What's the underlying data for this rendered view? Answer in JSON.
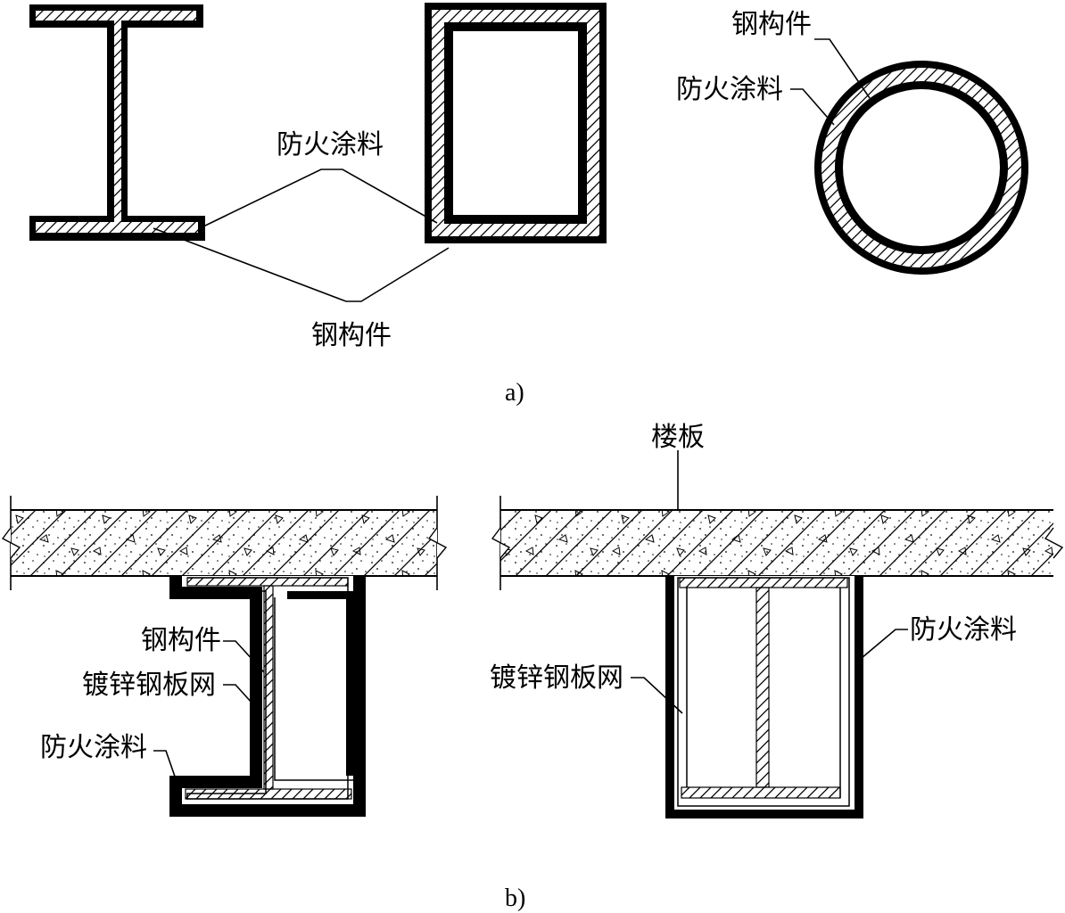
{
  "figure_a": {
    "caption": "a)",
    "label_coating_center": "防火涂料",
    "label_steel_center": "钢构件",
    "label_steel_circle": "钢构件",
    "label_coating_circle": "防火涂料"
  },
  "figure_b": {
    "caption": "b)",
    "label_floor_slab": "楼板",
    "label_steel_member": "钢构件",
    "label_mesh_left": "镀锌钢板网",
    "label_coating_left": "防火涂料",
    "label_mesh_right": "镀锌钢板网",
    "label_coating_right": "防火涂料"
  },
  "colors": {
    "line": "#000000",
    "background": "#ffffff"
  }
}
